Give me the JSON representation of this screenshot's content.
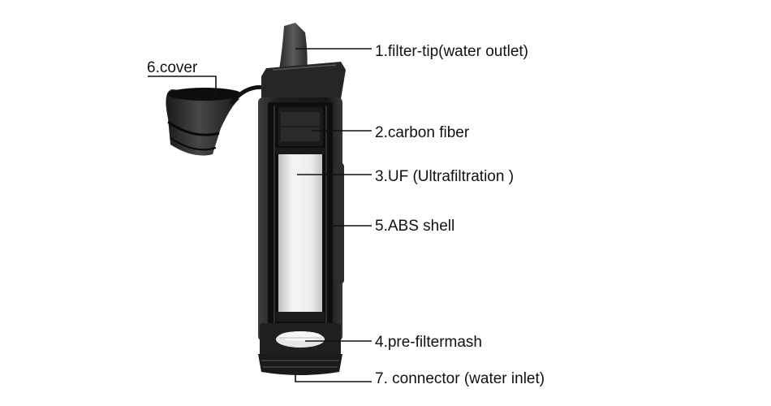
{
  "labels": {
    "filter_tip": "1.filter-tip(water outlet)",
    "carbon_fiber": "2.carbon fiber",
    "uf": "3.UF (Ultrafiltration )",
    "pre_filter": "4.pre-filtermash",
    "abs_shell": "5.ABS shell",
    "cover": "6.cover",
    "connector": "7. connector (water inlet)"
  },
  "colors": {
    "body": "#1c1c1c",
    "body_highlight": "#4a4a4a",
    "inner": "#0d0d0d",
    "membrane": "#e9e9e9",
    "leader": "#111111"
  }
}
